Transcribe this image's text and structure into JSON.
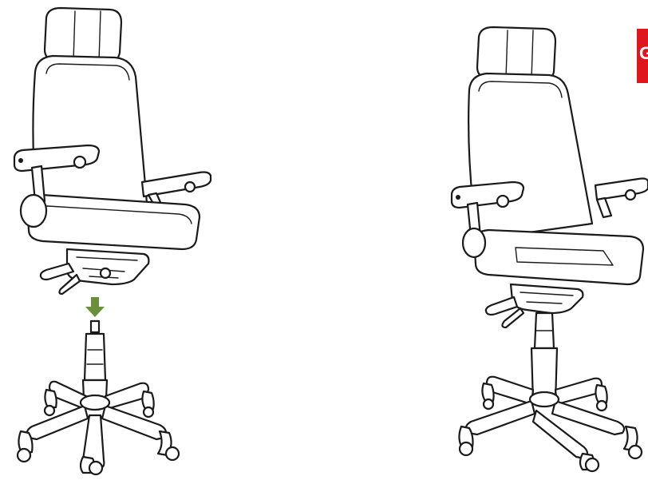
{
  "step_figure": {
    "before_label": "chair-seat-unit-detached",
    "after_label": "chair-assembled",
    "arrow_color": "#6b8e3a",
    "line_color": "#1a1a1a",
    "badge": {
      "letter": "G",
      "color": "#e0161e"
    }
  }
}
